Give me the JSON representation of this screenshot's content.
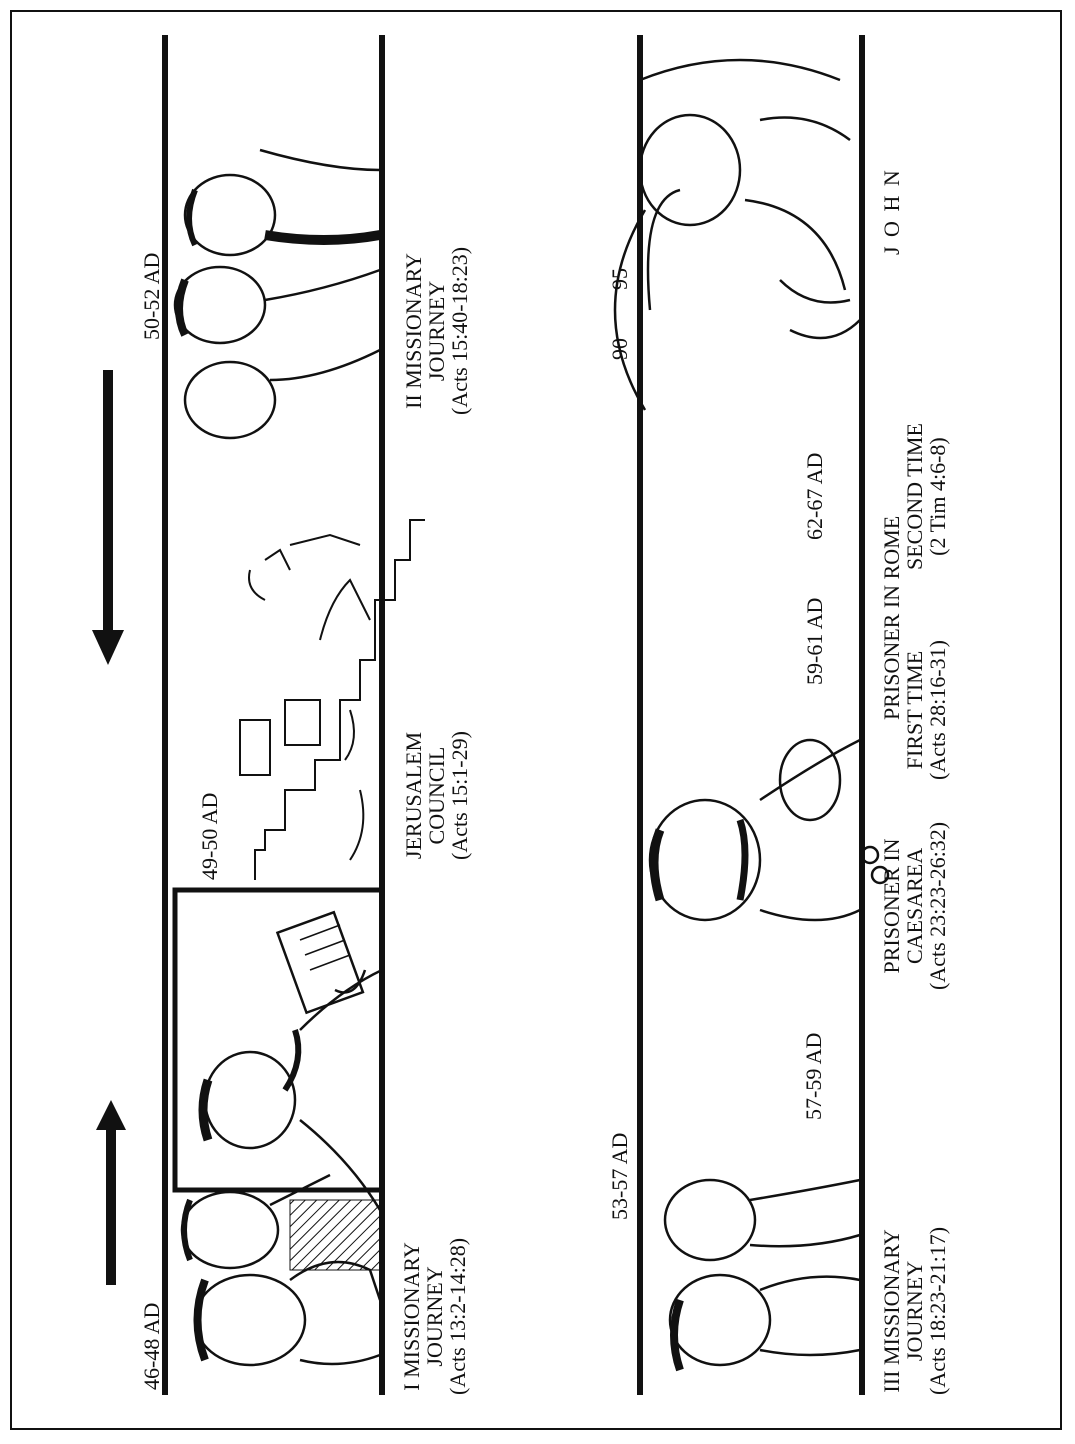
{
  "top": {
    "date_first": "46-48 AD",
    "date_council": "49-50 AD",
    "date_second": "50-52 AD",
    "first_journey": {
      "line1": "I MISSIONARY",
      "line2": "JOURNEY",
      "line3": "(Acts 13:2-14:28)"
    },
    "council": {
      "line1": "JERUSALEM",
      "line2": "COUNCIL",
      "line3": "(Acts 15:1-29)"
    },
    "second_journey": {
      "line1": "II MISSIONARY",
      "line2": "JOURNEY",
      "line3": "(Acts 15:40-18:23)"
    }
  },
  "bottom": {
    "date_third": "53-57 AD",
    "date_caesarea": "57-59 AD",
    "date_rome1": "59-61 AD",
    "date_rome2": "62-67 AD",
    "date_90": "90",
    "date_95": "95",
    "third_journey": {
      "line1": "III MISSIONARY",
      "line2": "JOURNEY",
      "line3": "(Acts 18:23-21:17)"
    },
    "caesarea": {
      "line1": "PRISONER IN",
      "line2": "CAESAREA",
      "line3": "(Acts 23:23-26:32)"
    },
    "rome_heading": "PRISONER IN ROME",
    "rome_first": {
      "line1": "FIRST TIME",
      "line2": "(Acts 28:16-31)"
    },
    "rome_second": {
      "line1": "SECOND TIME",
      "line2": "(2 Tim 4:6-8)"
    },
    "john": "J O H N"
  }
}
